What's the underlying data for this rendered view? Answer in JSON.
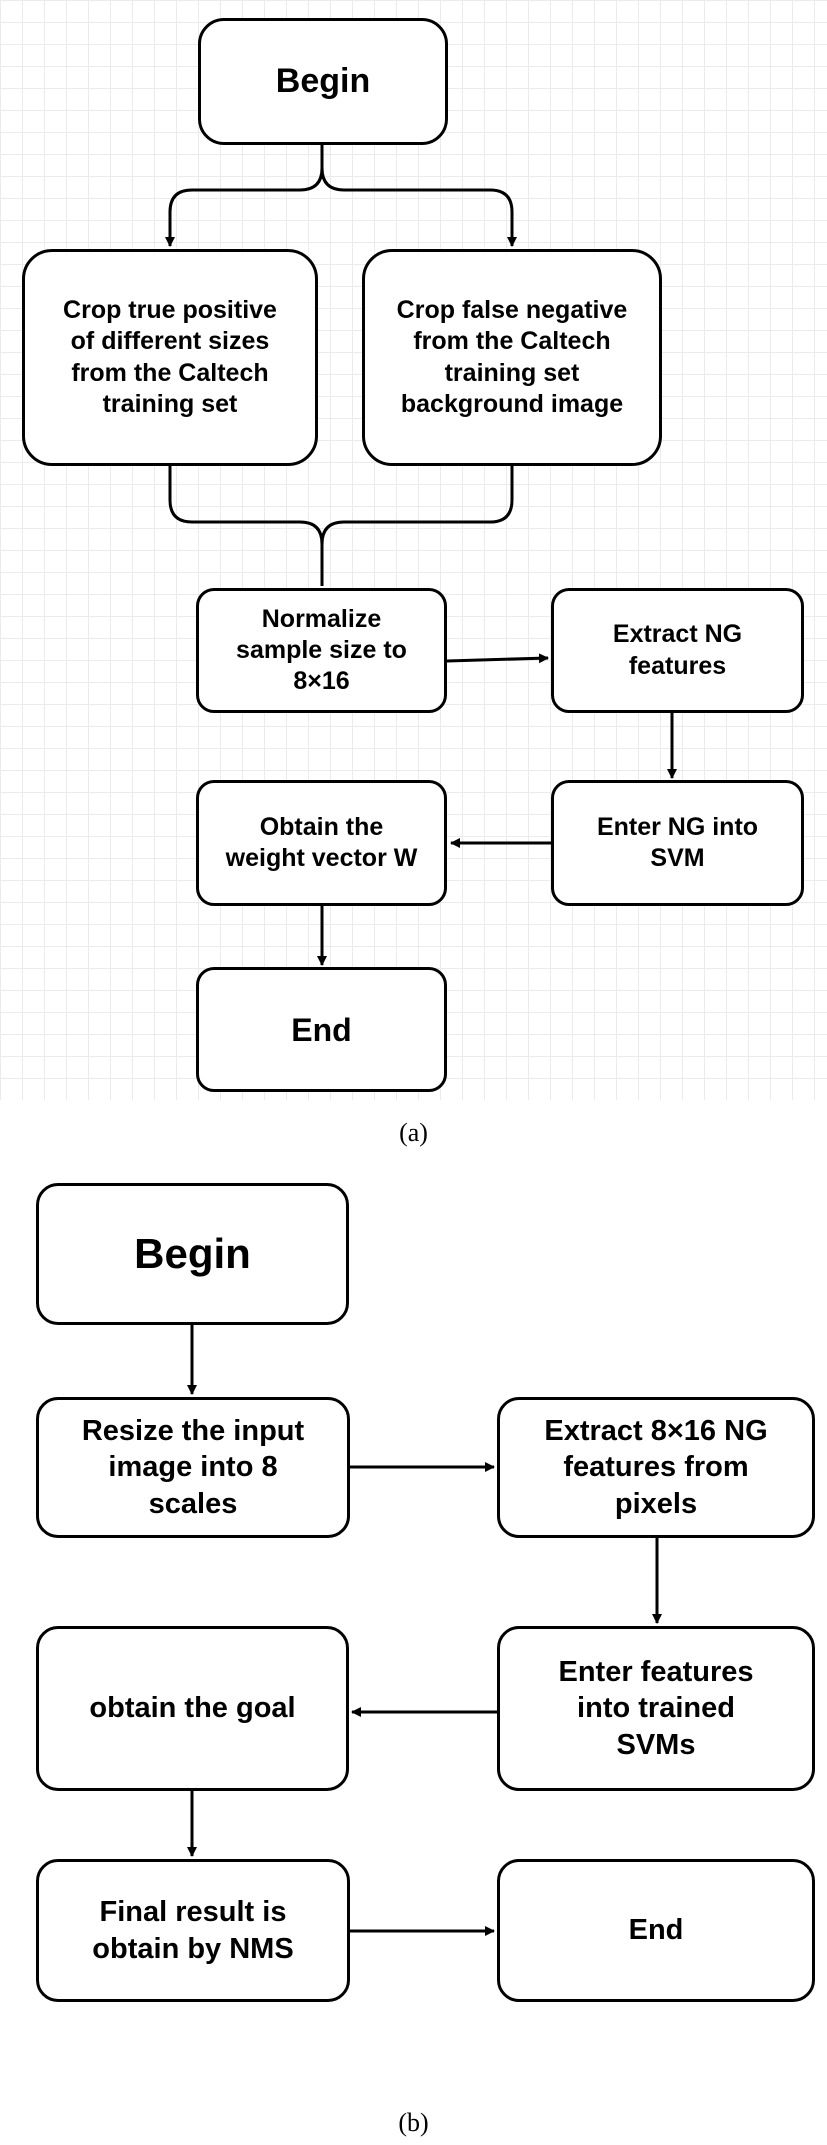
{
  "diagram_a": {
    "caption": "(a)",
    "nodes": {
      "begin": "Begin",
      "crop_true_positive": "Crop true positive\nof different sizes\nfrom the Caltech\ntraining set",
      "crop_false_negative": "Crop false negative\nfrom the Caltech\ntraining set\nbackground image",
      "normalize": "Normalize\nsample size to\n8×16",
      "extract_ng": "Extract NG\nfeatures",
      "enter_ng_svm": "Enter NG into\nSVM",
      "obtain_weight": "Obtain the\nweight vector W",
      "end": "End"
    }
  },
  "diagram_b": {
    "caption": "(b)",
    "nodes": {
      "begin": "Begin",
      "resize": "Resize the input\nimage into 8\nscales",
      "extract_features": "Extract 8×16 NG\nfeatures from\npixels",
      "enter_features": "Enter features\ninto trained\nSVMs",
      "obtain_goal": "obtain the goal",
      "final_result": "Final result is\nobtain by NMS",
      "end": "End"
    }
  }
}
